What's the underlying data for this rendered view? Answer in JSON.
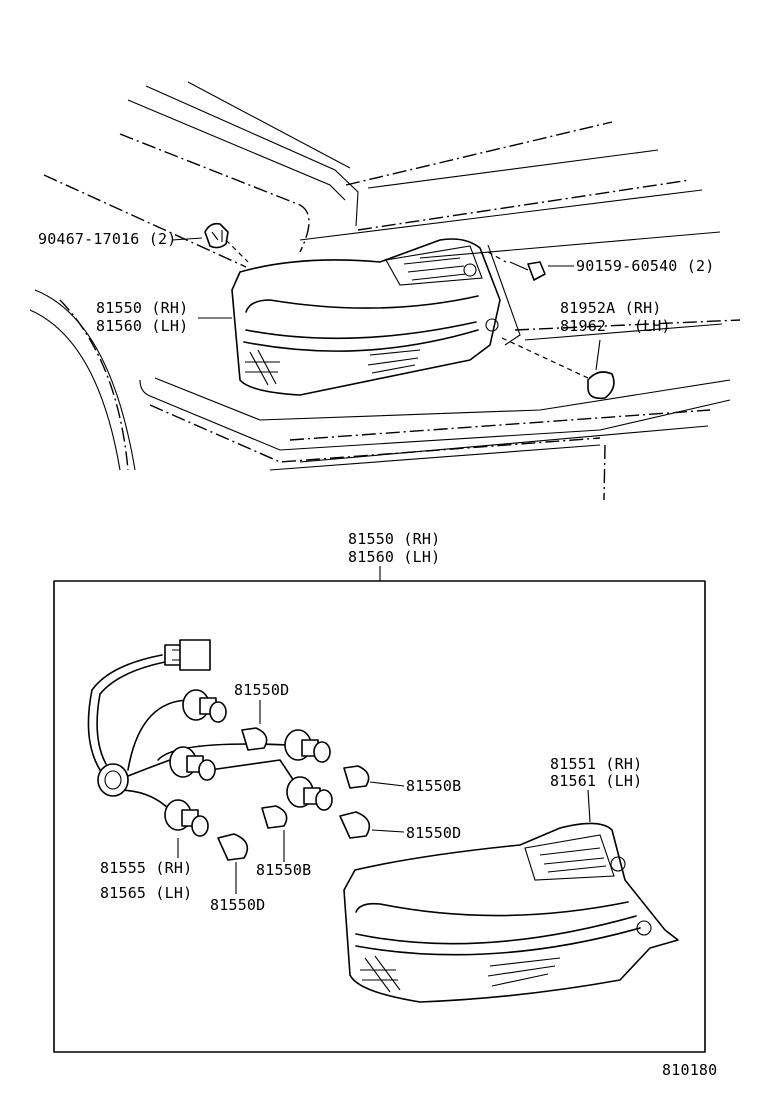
{
  "diagram": {
    "part_labels": {
      "retainer_clip": "90467-17016 (2)",
      "screw": "90159-60540 (2)",
      "lamp_assy_top": [
        "81550 (RH)",
        "81560 (LH)"
      ],
      "cover": [
        "81952A (RH)",
        "81962   (LH)"
      ],
      "lamp_assy_box": [
        "81550 (RH)",
        "81560 (LH)"
      ],
      "bulb_d_top": "81550D",
      "bulb_b_right": "81550B",
      "bulb_d_right": "81550D",
      "lens_housing": [
        "81551 (RH)",
        "81561 (LH)"
      ],
      "socket_wire": [
        "81555 (RH)",
        "81565 (LH)"
      ],
      "bulb_b_bottom": "81550B",
      "bulb_d_bottom": "81550D"
    },
    "figure_number": "810180"
  }
}
